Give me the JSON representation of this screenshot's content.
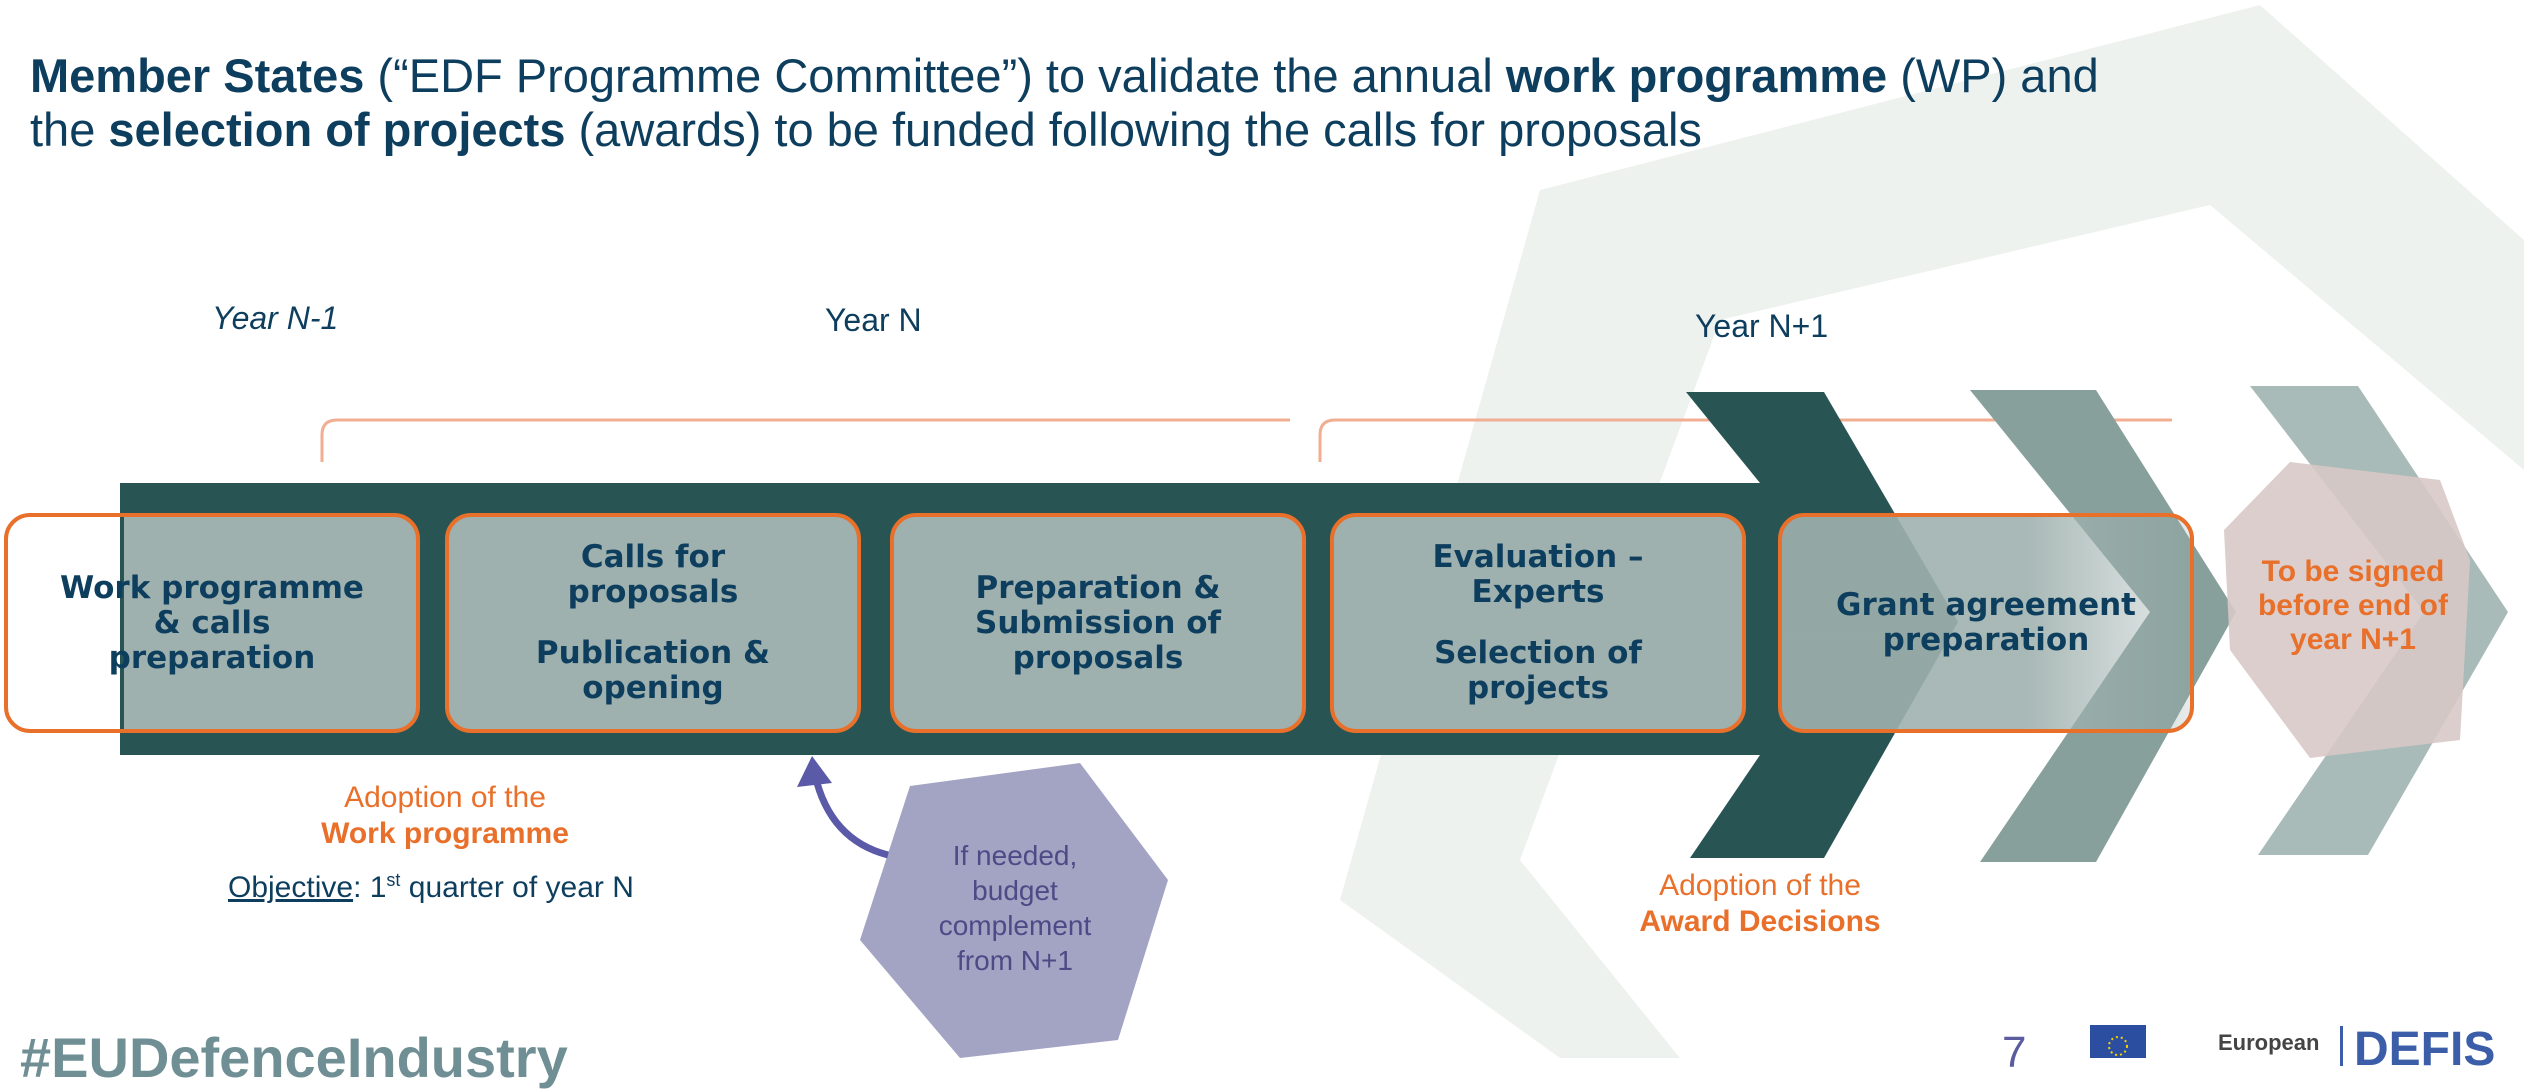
{
  "header": {
    "line1": [
      {
        "text": "Member States",
        "bold": true
      },
      {
        "text": " (“EDF Programme Committee”) to validate the annual ",
        "bold": false
      },
      {
        "text": "work programme",
        "bold": true
      },
      {
        "text": " (WP) and",
        "bold": false
      }
    ],
    "line2": [
      {
        "text": "the ",
        "bold": false
      },
      {
        "text": "selection of projects",
        "bold": true
      },
      {
        "text": " (awards) to be funded following the calls for proposals",
        "bold": false
      }
    ]
  },
  "years": {
    "n_minus_1": "Year N-1",
    "n": "Year N",
    "n_plus_1": "Year N+1"
  },
  "steps": [
    {
      "line1": "Work programme",
      "line2": "& calls",
      "line3": "preparation"
    },
    {
      "a1": "Calls for",
      "a2": "proposals",
      "b1": "Publication &",
      "b2": "opening"
    },
    {
      "line1": "Preparation &",
      "line2": "Submission of",
      "line3": "proposals"
    },
    {
      "a1": "Evaluation –",
      "a2": "Experts",
      "b1": "Selection of",
      "b2": "projects"
    },
    {
      "line1": "Grant agreement",
      "line2": "preparation"
    }
  ],
  "signed": {
    "line1": "To be signed",
    "line2": "before end of",
    "line3": "year N+1"
  },
  "adoption_wp": {
    "line1": "Adoption of the",
    "line2": "Work programme",
    "objective_label": "Objective",
    "objective_pre": ": 1",
    "objective_sup": "st",
    "objective_post": " quarter of year N"
  },
  "budget": {
    "line1": "If needed,",
    "line2": "budget",
    "line3": "complement",
    "line4": "from N+1"
  },
  "adoption_award": {
    "line1": "Adoption of the",
    "line2": "Award Decisions"
  },
  "footer": {
    "hashtag": "#EUDefenceIndustry",
    "page": "7",
    "eu_label": "European",
    "dg": "DEFIS"
  },
  "colors": {
    "arrow": "#285553",
    "box_fill": "#9fb1ae",
    "box_border": "#e8702a",
    "text": "#0e3e5e",
    "accent": "#e8702a",
    "budget": "#a3a3c4"
  }
}
